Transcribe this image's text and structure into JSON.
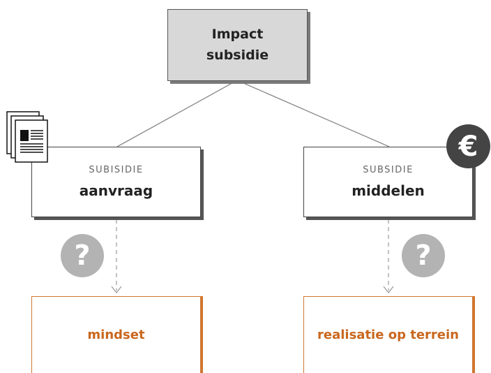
{
  "top": {
    "line1": "Impact",
    "line2": "subsidie"
  },
  "left_box": {
    "label": "SUBISIDIE",
    "title": "aanvraag"
  },
  "right_box": {
    "label": "SUBSIDIE",
    "title": "middelen"
  },
  "left_outcome": {
    "title": "mindset"
  },
  "right_outcome": {
    "title": "realisatie op terrein"
  },
  "question_mark": "?",
  "euro_symbol": "€",
  "colors": {
    "accent": "#d0762f",
    "question": "#b3b3b3",
    "euro": "#444444",
    "top_fill": "#d8d8d8"
  },
  "icons": [
    "documents-icon",
    "euro-icon",
    "question-icon"
  ]
}
